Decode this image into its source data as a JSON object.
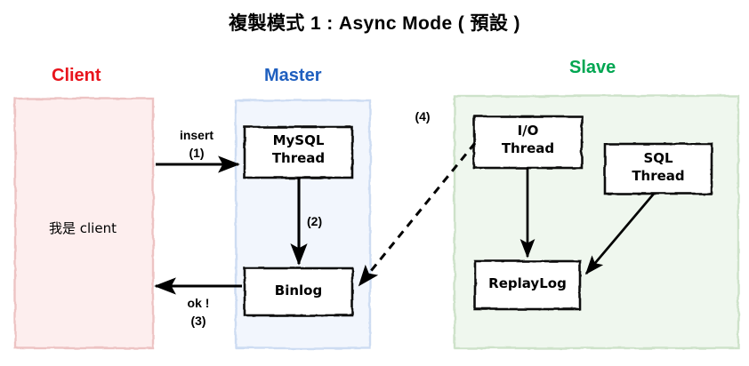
{
  "title": "複製模式 1 : Async Mode ( 預設 )",
  "colors": {
    "client_heading": "#e8141c",
    "master_heading": "#1f5fbf",
    "slave_heading": "#00a651",
    "client_fill": "#fdeeee",
    "client_stroke": "#edc3c3",
    "master_fill": "#f2f6fd",
    "master_stroke": "#cddcf2",
    "slave_fill": "#eff7ee",
    "slave_stroke": "#cde2c9",
    "node_stroke": "#111111",
    "node_fill": "#ffffff",
    "arrow": "#000000"
  },
  "panels": [
    {
      "id": "client",
      "heading": "Client",
      "body_text": "我是 client"
    },
    {
      "id": "master",
      "heading": "Master",
      "body_text": ""
    },
    {
      "id": "slave",
      "heading": "Slave",
      "body_text": ""
    }
  ],
  "nodes": [
    {
      "id": "mysql-thread",
      "line1": "MySQL",
      "line2": "Thread",
      "panel": "master"
    },
    {
      "id": "binlog",
      "line1": "Binlog",
      "line2": "",
      "panel": "master"
    },
    {
      "id": "io-thread",
      "line1": "I/O",
      "line2": "Thread",
      "panel": "slave"
    },
    {
      "id": "sql-thread",
      "line1": "SQL",
      "line2": "Thread",
      "panel": "slave"
    },
    {
      "id": "replaylog",
      "line1": "ReplayLog",
      "line2": "",
      "panel": "slave"
    }
  ],
  "edges": [
    {
      "id": "insert",
      "label_line1": "insert",
      "label_line2": "(1)",
      "style": "solid",
      "from": "client",
      "to": "mysql-thread"
    },
    {
      "id": "write-binlog",
      "label_line1": "(2)",
      "label_line2": "",
      "style": "solid",
      "from": "mysql-thread",
      "to": "binlog"
    },
    {
      "id": "ok-reply",
      "label_line1": "ok !",
      "label_line2": "(3)",
      "style": "solid",
      "from": "binlog",
      "to": "client"
    },
    {
      "id": "io-pull",
      "label_line1": "(4)",
      "label_line2": "",
      "style": "dashed",
      "from": "io-thread",
      "to": "binlog"
    },
    {
      "id": "io-to-replaylog",
      "label_line1": "",
      "label_line2": "",
      "style": "solid",
      "from": "io-thread",
      "to": "replaylog"
    },
    {
      "id": "sql-to-replaylog",
      "label_line1": "",
      "label_line2": "",
      "style": "solid",
      "from": "sql-thread",
      "to": "replaylog"
    }
  ]
}
